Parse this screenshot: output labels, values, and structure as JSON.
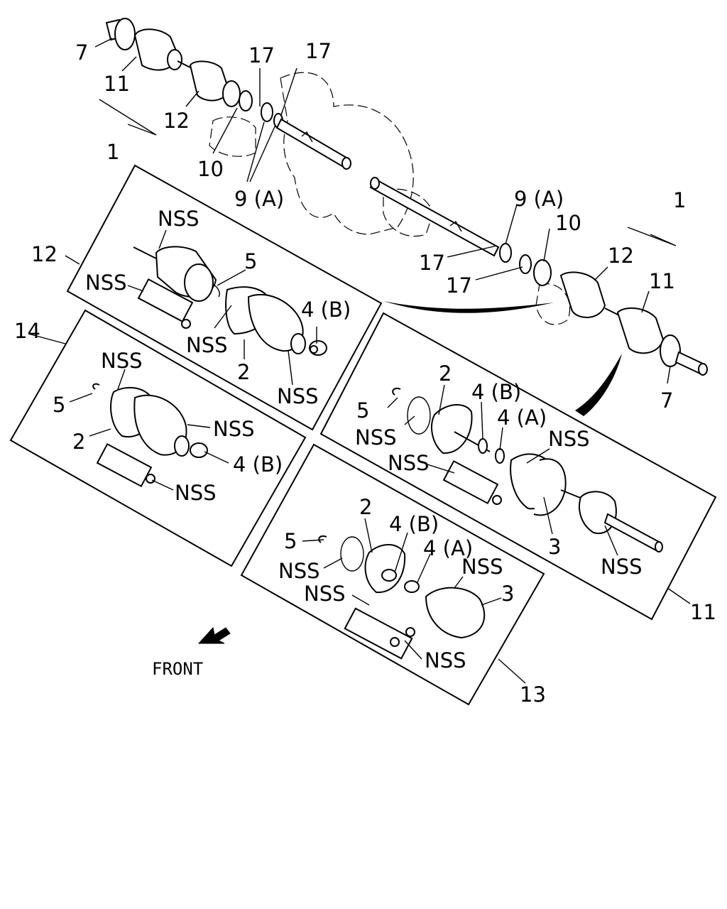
{
  "labels": {
    "p1": "1",
    "p2": "2",
    "p3": "3",
    "p4a": "4 (A)",
    "p4b": "4 (B)",
    "p5": "5",
    "p7": "7",
    "p9a": "9 (A)",
    "p10": "10",
    "p11": "11",
    "p12": "12",
    "p13": "13",
    "p14": "14",
    "p17": "17",
    "nss": "NSS"
  },
  "front_text": "FRONT"
}
